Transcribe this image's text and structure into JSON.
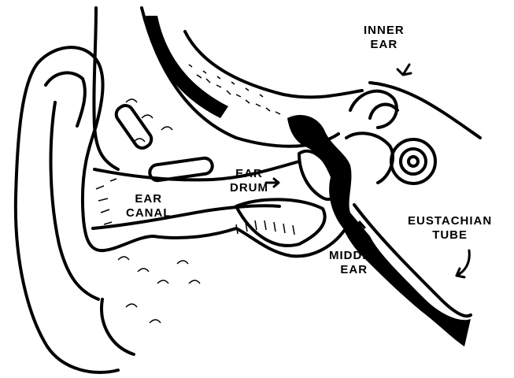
{
  "labels": {
    "inner_ear": {
      "line1": "INNER",
      "line2": "EAR"
    },
    "ear_canal": {
      "line1": "EAR",
      "line2": "CANAL"
    },
    "ear_drum": {
      "line1": "EAR",
      "line2": "DRUM"
    },
    "middle_ear": {
      "line1": "MIDDLE",
      "line2": "EAR"
    },
    "eustachian_tube": {
      "line1": "EUSTACHIAN",
      "line2": "TUBE"
    }
  },
  "colors": {
    "ink": "#000000",
    "paper": "#ffffff"
  }
}
